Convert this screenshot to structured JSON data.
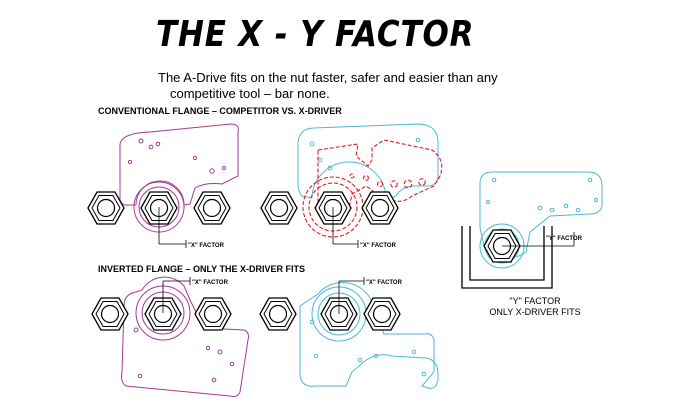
{
  "title": "THE  X - Y FACTOR",
  "intro": {
    "line1": "The A-Drive fits on the nut faster, safer and easier than any",
    "line2": "competitive tool – bar none."
  },
  "sections": {
    "conventional": "CONVENTIONAL FLANGE – COMPETITOR VS. X-DRIVER",
    "inverted": "INVERTED FLANGE – ONLY THE X-DRIVER FITS"
  },
  "labels": {
    "x_factor": "\"X\" FACTOR",
    "y_factor": "\"Y\" FACTOR"
  },
  "y_caption": {
    "line1": "\"Y\" FACTOR",
    "line2": "ONLY X-DRIVER FITS"
  },
  "colors": {
    "competitor": "#a33a9c",
    "xdriver": "#4bbad6",
    "competitor_overlay": "#e01c24",
    "nut": "#000000"
  }
}
